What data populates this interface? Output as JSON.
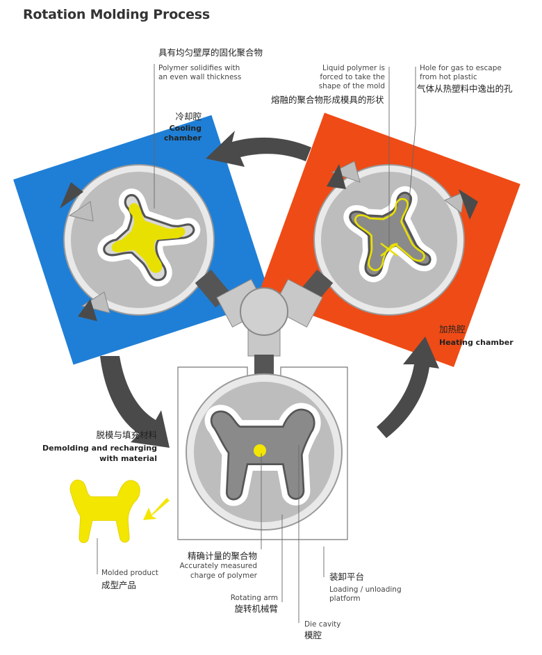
{
  "title": "Rotation Molding Process",
  "colors": {
    "cooling": "#1f7fd6",
    "heating": "#ef4b16",
    "mold_gray": "#bfbfbf",
    "dark_gray": "#5c5c5c",
    "polymer_yellow": "#f3e600",
    "arrow_gray": "#4a4a4a"
  },
  "labels": {
    "polymer_solidifies_zh": "具有均匀壁厚的固化聚合物",
    "polymer_solidifies_en1": "Polymer solidifies with",
    "polymer_solidifies_en2": "an even wall thickness",
    "liquid_polymer_en1": "Liquid polymer is",
    "liquid_polymer_en2": "forced to take the",
    "liquid_polymer_en3": "shape of the mold",
    "liquid_polymer_zh": "熔融的聚合物形成模具的形状",
    "hole_gas_en1": "Hole for gas to escape",
    "hole_gas_en2": "from hot plastic",
    "hole_gas_zh": "气体从热塑料中逸出的孔",
    "cooling_zh": "冷却腔",
    "cooling_en1": "Cooling",
    "cooling_en2": "chamber",
    "heating_zh": "加热腔",
    "heating_en": "Heating chamber",
    "demolding_zh": "脱模与填充材料",
    "demolding_en1": "Demolding and recharging",
    "demolding_en2": "with material",
    "molded_en": "Molded product",
    "molded_zh": "成型产品",
    "charge_zh": "精确计量的聚合物",
    "charge_en1": "Accurately measured",
    "charge_en2": "charge of polymer",
    "arm_en": "Rotating arm",
    "arm_zh": "旋转机械臂",
    "loading_zh": "装卸平台",
    "loading_en1": "Loading / unloading",
    "loading_en2": "platform",
    "die_en": "Die cavity",
    "die_zh": "模腔"
  }
}
